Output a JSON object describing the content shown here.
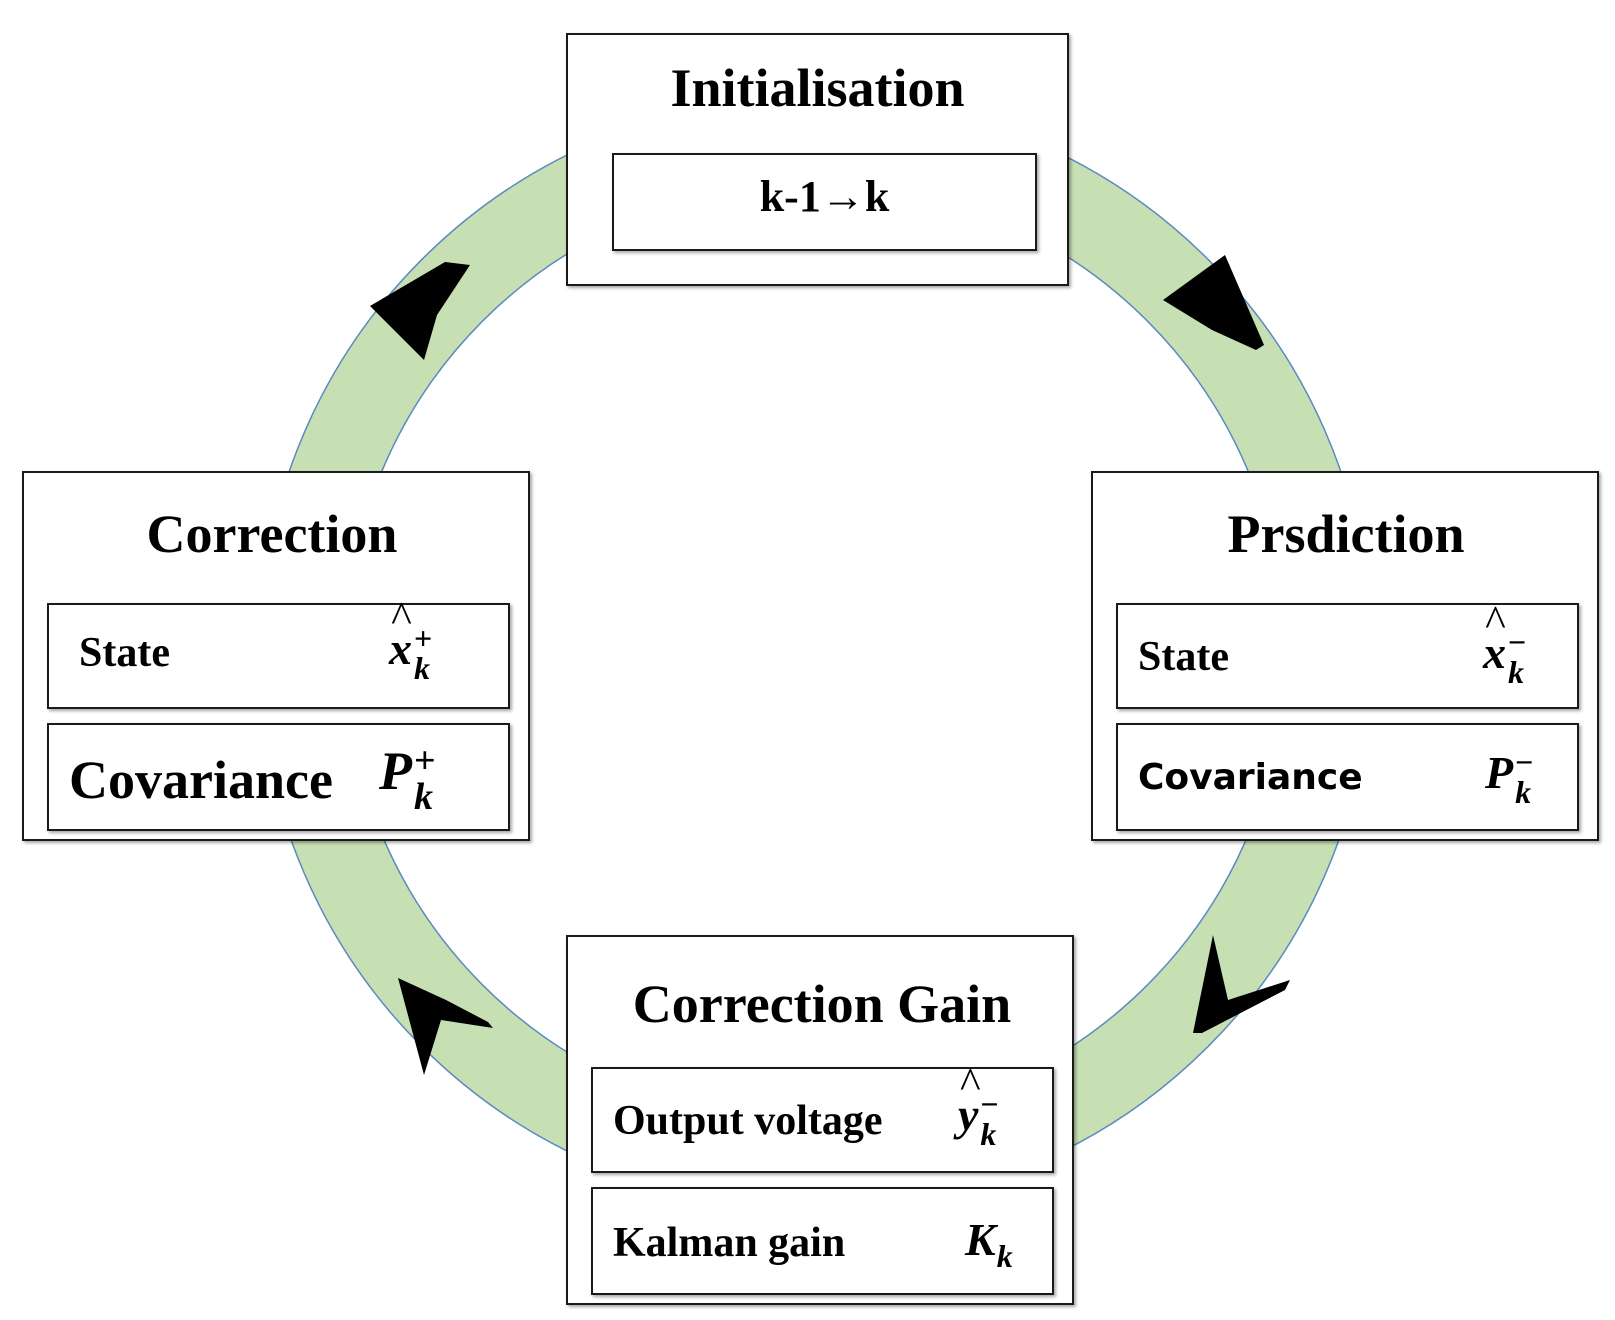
{
  "colors": {
    "ring_fill": "#c6e0b4",
    "ring_edge": "#5b8ac0",
    "chevron": "#000000",
    "box_border": "#1a1a1a"
  },
  "initialisation": {
    "title": "Initialisation",
    "step": "k-1→k"
  },
  "prediction": {
    "title": "Prsdiction",
    "state_label": "State",
    "state_symbol": "x",
    "state_sup": "−",
    "state_sub": "k",
    "cov_label": "Covariance",
    "cov_symbol": "P",
    "cov_sup": "−",
    "cov_sub": "k"
  },
  "correction_gain": {
    "title": "Correction Gain",
    "output_label": "Output voltage",
    "output_symbol": "y",
    "output_sup": "−",
    "output_sub": "k",
    "gain_label": "Kalman gain",
    "gain_symbol": "K",
    "gain_sub": "k"
  },
  "correction": {
    "title": "Correction",
    "state_label": "State",
    "state_symbol": "x",
    "state_sup": "+",
    "state_sub": "k",
    "cov_label": "Covariance",
    "cov_symbol": "P",
    "cov_sup": "+",
    "cov_sub": "k"
  },
  "hat_glyph": "^",
  "chevrons": [
    "chevron-top-right",
    "chevron-bottom-right",
    "chevron-bottom-left",
    "chevron-top-left"
  ]
}
